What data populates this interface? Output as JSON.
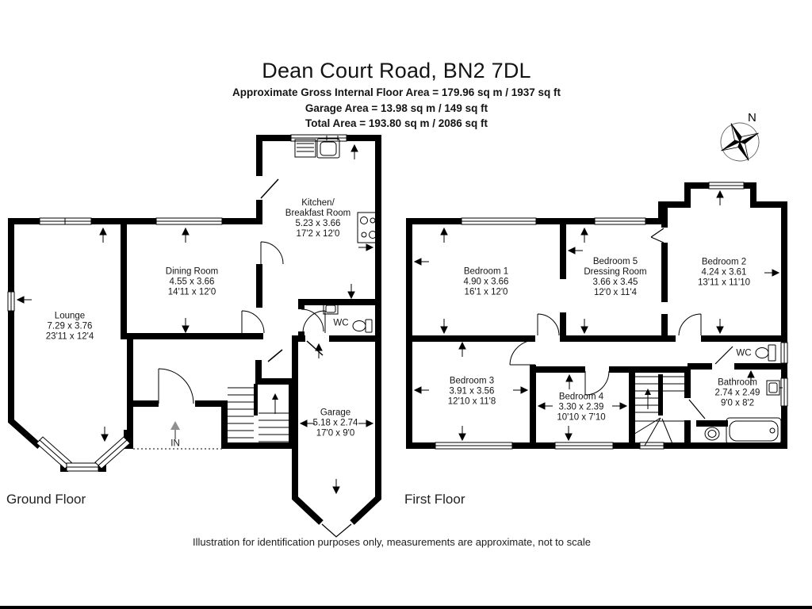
{
  "header": {
    "title": "Dean Court Road, BN2 7DL",
    "area_line": "Approximate Gross Internal Floor Area = 179.96 sq m / 1937 sq ft",
    "garage_line": "Garage Area = 13.98 sq m / 149 sq ft",
    "total_line": "Total Area = 193.80 sq m / 2086 sq ft"
  },
  "compass": {
    "north_label": "N"
  },
  "ground_floor": {
    "label": "Ground Floor",
    "entrance": "IN",
    "rooms": {
      "lounge": {
        "name": "Lounge",
        "metric": "7.29 x 3.76",
        "imperial": "23'11 x 12'4"
      },
      "dining_room": {
        "name": "Dining Room",
        "metric": "4.55 x 3.66",
        "imperial": "14'11 x 12'0"
      },
      "kitchen": {
        "name": "Kitchen/",
        "name2": "Breakfast Room",
        "metric": "5.23 x 3.66",
        "imperial": "17'2 x 12'0"
      },
      "wc": {
        "name": "WC"
      },
      "garage": {
        "name": "Garage",
        "metric": "5.18 x 2.74",
        "imperial": "17'0 x 9'0"
      }
    }
  },
  "first_floor": {
    "label": "First Floor",
    "rooms": {
      "bedroom1": {
        "name": "Bedroom 1",
        "metric": "4.90 x 3.66",
        "imperial": "16'1 x 12'0"
      },
      "bedroom5": {
        "name": "Bedroom 5",
        "name2": "Dressing Room",
        "metric": "3.66 x 3.45",
        "imperial": "12'0 x 11'4"
      },
      "bedroom2": {
        "name": "Bedroom 2",
        "metric": "4.24 x 3.61",
        "imperial": "13'11 x 11'10"
      },
      "bedroom3": {
        "name": "Bedroom 3",
        "metric": "3.91 x 3.56",
        "imperial": "12'10 x 11'8"
      },
      "bedroom4": {
        "name": "Bedroom 4",
        "metric": "3.30 x 2.39",
        "imperial": "10'10 x 7'10"
      },
      "bathroom": {
        "name": "Bathroom",
        "metric": "2.74 x 2.49",
        "imperial": "9'0 x 8'2"
      },
      "wc": {
        "name": "WC"
      }
    }
  },
  "footer": {
    "disclaimer": "Illustration for identification purposes only, measurements are approximate, not to scale"
  }
}
